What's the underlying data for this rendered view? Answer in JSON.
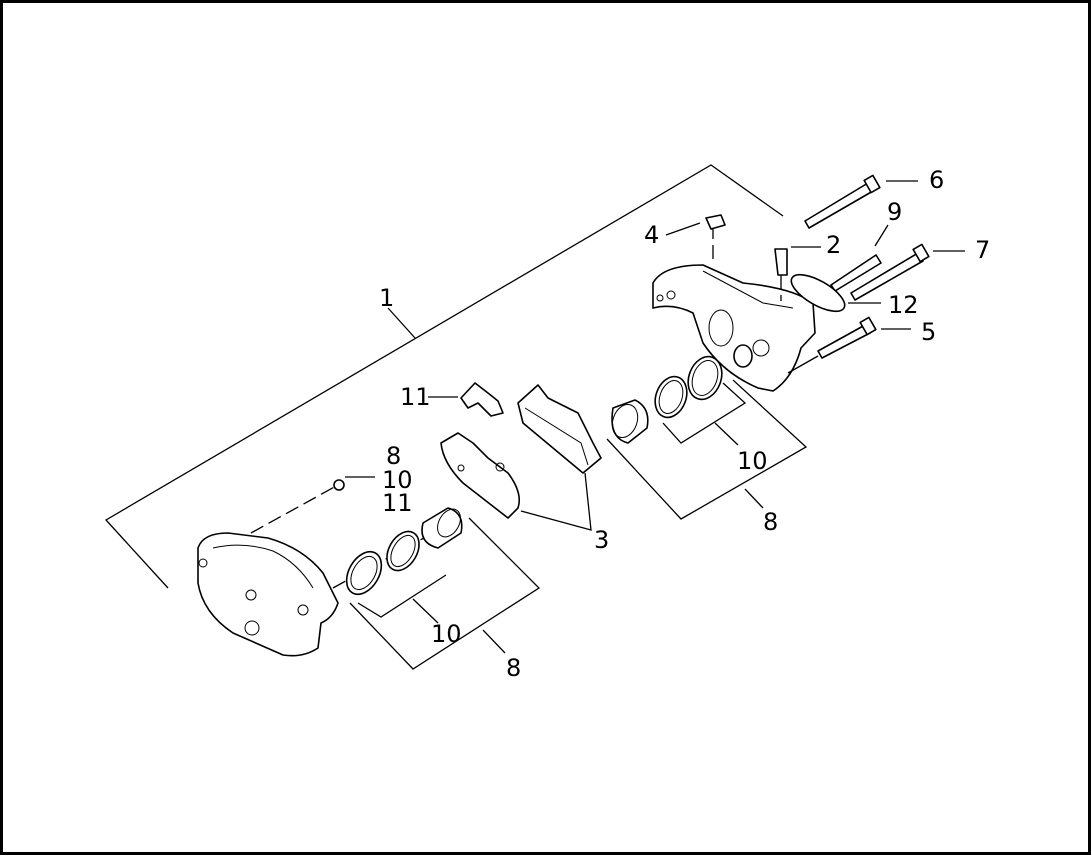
{
  "diagram": {
    "type": "exploded parts view",
    "callouts": {
      "c1": "1",
      "c2": "2",
      "c3": "3",
      "c4": "4",
      "c5": "5",
      "c6": "6",
      "c7": "7",
      "c8a": "8",
      "c8b": "8",
      "c8c": "8",
      "c9": "9",
      "c10a": "10",
      "c10b": "10",
      "c10c": "10",
      "c11a": "11",
      "c11b": "11",
      "c12": "12"
    }
  }
}
